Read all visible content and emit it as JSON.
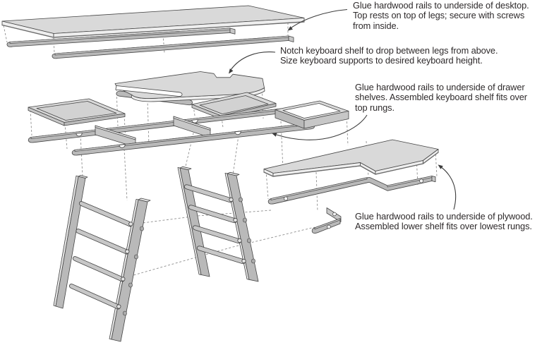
{
  "figure": {
    "title": "Exploded desk assembly diagram",
    "background": "#ffffff",
    "colors": {
      "line": "#454545",
      "top_face": "#d9d9d9",
      "side_face": "#b9b9b9",
      "highlight": "#e3e3e3",
      "edge_band": "#eeeeee",
      "inner_face": "#d2d2d2",
      "white": "#ffffff",
      "dashed": "#8f8f8f",
      "text": "#2e2a2b"
    },
    "annotations": [
      {
        "id": "desktop-note",
        "lines": [
          "Glue hardwood rails to underside of desktop.",
          "Top rests on top of legs; secure with screws",
          "from inside."
        ]
      },
      {
        "id": "keyboard-shelf-note",
        "lines": [
          "Notch keyboard shelf to drop between legs from above.",
          "Size keyboard supports to desired keyboard height."
        ]
      },
      {
        "id": "drawer-shelves-note",
        "lines": [
          "Glue hardwood rails to underside of drawer",
          "shelves. Assembled keyboard shelf fits over",
          "top rungs."
        ]
      },
      {
        "id": "lower-shelf-note",
        "lines": [
          "Glue hardwood rails to underside of plywood.",
          "Assembled lower shelf fits over lowest rungs."
        ]
      }
    ],
    "parts": [
      {
        "id": "desktop"
      },
      {
        "id": "desktop-rails"
      },
      {
        "id": "keyboard-shelf"
      },
      {
        "id": "keyboard-shelf-support"
      },
      {
        "id": "drawer-tray-left"
      },
      {
        "id": "drawer-tray-right"
      },
      {
        "id": "drawer-box"
      },
      {
        "id": "shelf-frame-rails"
      },
      {
        "id": "leg-ladder-left"
      },
      {
        "id": "leg-ladder-right"
      },
      {
        "id": "lower-shelf"
      },
      {
        "id": "lower-shelf-rails"
      }
    ]
  }
}
